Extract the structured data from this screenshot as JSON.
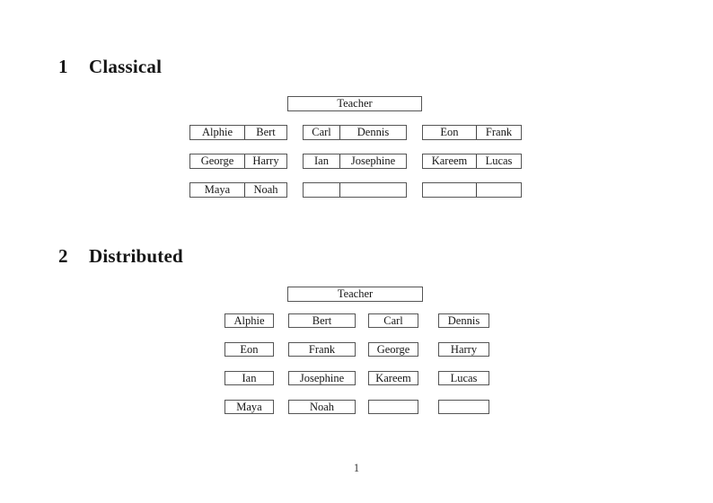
{
  "page_number": "1",
  "colors": {
    "border": "#555555",
    "text": "#151515"
  },
  "sections": [
    {
      "number": "1",
      "title": "Classical",
      "teacher": "Teacher",
      "desks": [
        {
          "cells": [
            "Alphie",
            "Bert"
          ]
        },
        {
          "cells": [
            "Carl",
            "Dennis"
          ]
        },
        {
          "cells": [
            "Eon",
            "Frank"
          ]
        },
        {
          "cells": [
            "George",
            "Harry"
          ]
        },
        {
          "cells": [
            "Ian",
            "Josephine"
          ]
        },
        {
          "cells": [
            "Kareem",
            "Lucas"
          ]
        },
        {
          "cells": [
            "Maya",
            "Noah"
          ]
        },
        {
          "cells": [
            "",
            ""
          ]
        },
        {
          "cells": [
            "",
            ""
          ]
        }
      ]
    },
    {
      "number": "2",
      "title": "Distributed",
      "teacher": "Teacher",
      "seats": [
        "Alphie",
        "Bert",
        "Carl",
        "Dennis",
        "Eon",
        "Frank",
        "George",
        "Harry",
        "Ian",
        "Josephine",
        "Kareem",
        "Lucas",
        "Maya",
        "Noah",
        "",
        ""
      ]
    }
  ]
}
